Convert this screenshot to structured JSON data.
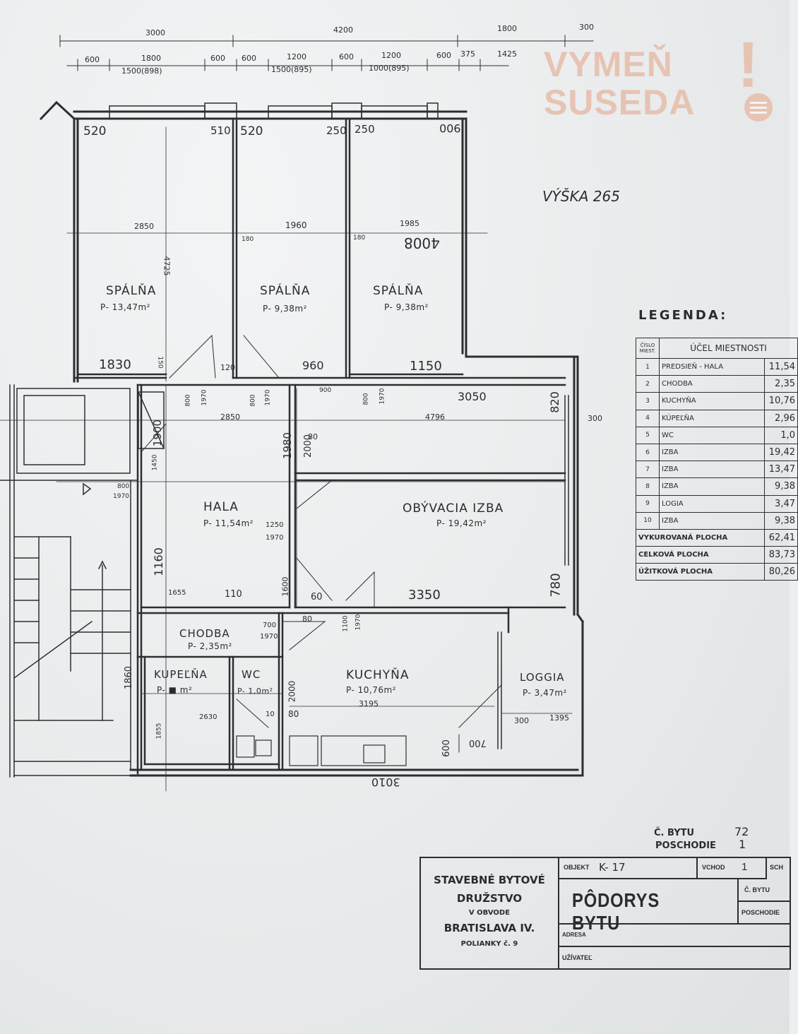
{
  "logo": {
    "line1": "VYMEŇ",
    "line2": "SUSEDA",
    "mark": "!"
  },
  "height_note": "VÝŠKA 265",
  "top_dimensions": {
    "row1": [
      "3000",
      "4200",
      "1800",
      "300"
    ],
    "row2": [
      "600",
      "1800",
      "600",
      "600",
      "1200",
      "600",
      "1200",
      "600",
      "375",
      "1425"
    ],
    "row3": [
      "1500(898)",
      "1500(895)",
      "1000(895)"
    ]
  },
  "rooms": [
    {
      "name": "SPÁLŇA",
      "area": "P- 13,47m²"
    },
    {
      "name": "SPÁLŇA",
      "area": "P- 9,38m²"
    },
    {
      "name": "SPÁLŇA",
      "area": "P- 9,38m²"
    },
    {
      "name": "HALA",
      "area": "P- 11,54m²"
    },
    {
      "name": "OBÝVACIA IZBA",
      "area": "P- 19,42m²"
    },
    {
      "name": "CHODBA",
      "area": "P- 2,35m²"
    },
    {
      "name": "KUPEĽŇA",
      "area": "P- ■ m²"
    },
    {
      "name": "WC",
      "area": "P- 1,0m²"
    },
    {
      "name": "KUCHYŇA",
      "area": "P- 10,76m²"
    },
    {
      "name": "LOGGIA",
      "area": "P- 3,47m²"
    }
  ],
  "dimensions": {
    "d520a": "520",
    "d510": "510",
    "d520b": "520",
    "d250a": "250",
    "d250b": "250",
    "d900": "900",
    "d2850a": "2850",
    "d1960": "1960",
    "d1985": "1985",
    "d4725": "4725",
    "d4008": "4008",
    "d180a": "180",
    "d180b": "180",
    "d1830": "1830",
    "d960": "960",
    "d1150": "1150",
    "d150": "150",
    "d120": "120",
    "d800a": "800",
    "d1970a": "1970",
    "d800b": "800",
    "d1970b": "1970",
    "d900b": "900",
    "d800c": "800",
    "d1970c": "1970",
    "d3050": "3050",
    "d820": "820",
    "d300a": "300",
    "d2850b": "2850",
    "d4796": "4796",
    "d1900": "1900",
    "d1980": "1980",
    "d2000": "2000",
    "d80a": "80",
    "d1450": "1450",
    "d800d": "800",
    "d1970d": "1970",
    "d1250": "1250",
    "d1970e": "1970",
    "d1160": "1160",
    "d1655": "1655",
    "d110": "110",
    "d1600": "1600",
    "d60a": "60",
    "d3350": "3350",
    "d780": "780",
    "d700": "700",
    "d1970f": "1970",
    "d1100": "1100",
    "d1970g": "1970",
    "d80b": "80",
    "d3195": "3195",
    "d2000b": "2000",
    "d1860": "1860",
    "d2630": "2630",
    "d10": "10",
    "d80c": "80",
    "d1855": "1855",
    "d300b": "300",
    "d1395": "1395",
    "d600b": "600",
    "d700b": "700",
    "d3010": "3010"
  },
  "legend": {
    "title": "LEGENDA:",
    "header_no": "ČÍSLO MIEST.",
    "header_purpose": "ÚČEL MIESTNOSTI",
    "rows": [
      {
        "no": "1",
        "name": "PREDSIEŇ - HALA",
        "value": "11,54"
      },
      {
        "no": "2",
        "name": "CHODBA",
        "value": "2,35"
      },
      {
        "no": "3",
        "name": "KUCHYŇA",
        "value": "10,76"
      },
      {
        "no": "4",
        "name": "KÚPEĽŇA",
        "value": "2,96"
      },
      {
        "no": "5",
        "name": "WC",
        "value": "1,0"
      },
      {
        "no": "6",
        "name": "IZBA",
        "value": "19,42"
      },
      {
        "no": "7",
        "name": "IZBA",
        "value": "13,47"
      },
      {
        "no": "8",
        "name": "IZBA",
        "value": "9,38"
      },
      {
        "no": "9",
        "name": "LOGIA",
        "value": "3,47"
      },
      {
        "no": "10",
        "name": "IZBA",
        "value": "9,38"
      }
    ],
    "totals": [
      {
        "name": "VYKUROVANÁ PLOCHA",
        "value": "62,41"
      },
      {
        "name": "CELKOVÁ PLOCHA",
        "value": "83,73"
      },
      {
        "name": "ÚŽITKOVÁ PLOCHA",
        "value": "80,26"
      }
    ]
  },
  "apartment_info": {
    "flat_label": "Č. BYTU",
    "flat_no": "72",
    "floor_label": "POSCHODIE",
    "floor_no": "1"
  },
  "title_block": {
    "org_line1": "STAVEBNÉ BYTOVÉ",
    "org_line2": "DRUŽSTVO",
    "org_line3": "V OBVODE",
    "org_line4": "BRATISLAVA IV.",
    "org_line5": "POLIANKY č. 9",
    "objekt_label": "OBJEKT",
    "objekt_value": "K- 17",
    "vchod_label": "VCHOD",
    "vchod_value": "1",
    "sch_label": "SCH",
    "main_title": "PÔDORYS BYTU",
    "c_bytu_label": "Č. BYTU",
    "poschodie_label": "POSCHODIE",
    "adresa_label": "ADRESA",
    "uzivatel_label": "UŽÍVATEĽ"
  }
}
